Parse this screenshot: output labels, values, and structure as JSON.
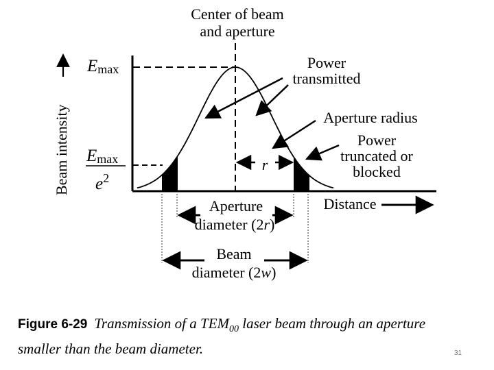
{
  "diagram": {
    "labels": {
      "center_line1": "Center of beam",
      "center_line2": "and aperture",
      "power_tx_line1": "Power",
      "power_tx_line2": "transmitted",
      "aperture_radius": "Aperture radius",
      "trunc_line1": "Power",
      "trunc_line2": "truncated or",
      "trunc_line3": "blocked",
      "emax_E": "E",
      "emax_sub": "max",
      "emax2_E": "E",
      "emax2_sub": "max",
      "emax2_den_e": "e",
      "emax2_den_exp": "2",
      "r_symbol": "r",
      "y_axis": "Beam intensity",
      "x_axis": "Distance",
      "ap_diam_line1": "Aperture",
      "ap_diam_line2_a": "diameter (2",
      "ap_diam_line2_var": "r",
      "ap_diam_line2_b": ")",
      "beam_diam_line1": "Beam",
      "beam_diam_line2_a": "diameter (2",
      "beam_diam_line2_var": "w",
      "beam_diam_line2_b": ")"
    },
    "colors": {
      "ink": "#000000",
      "fill": "#000000"
    }
  },
  "caption": {
    "figure_label": "Figure 6-29",
    "text_a": "Transmission of a ",
    "tem": "TEM",
    "tem_sub": "00",
    "text_b": " laser beam through an aperture smaller than the beam diameter."
  },
  "page_number": "31"
}
